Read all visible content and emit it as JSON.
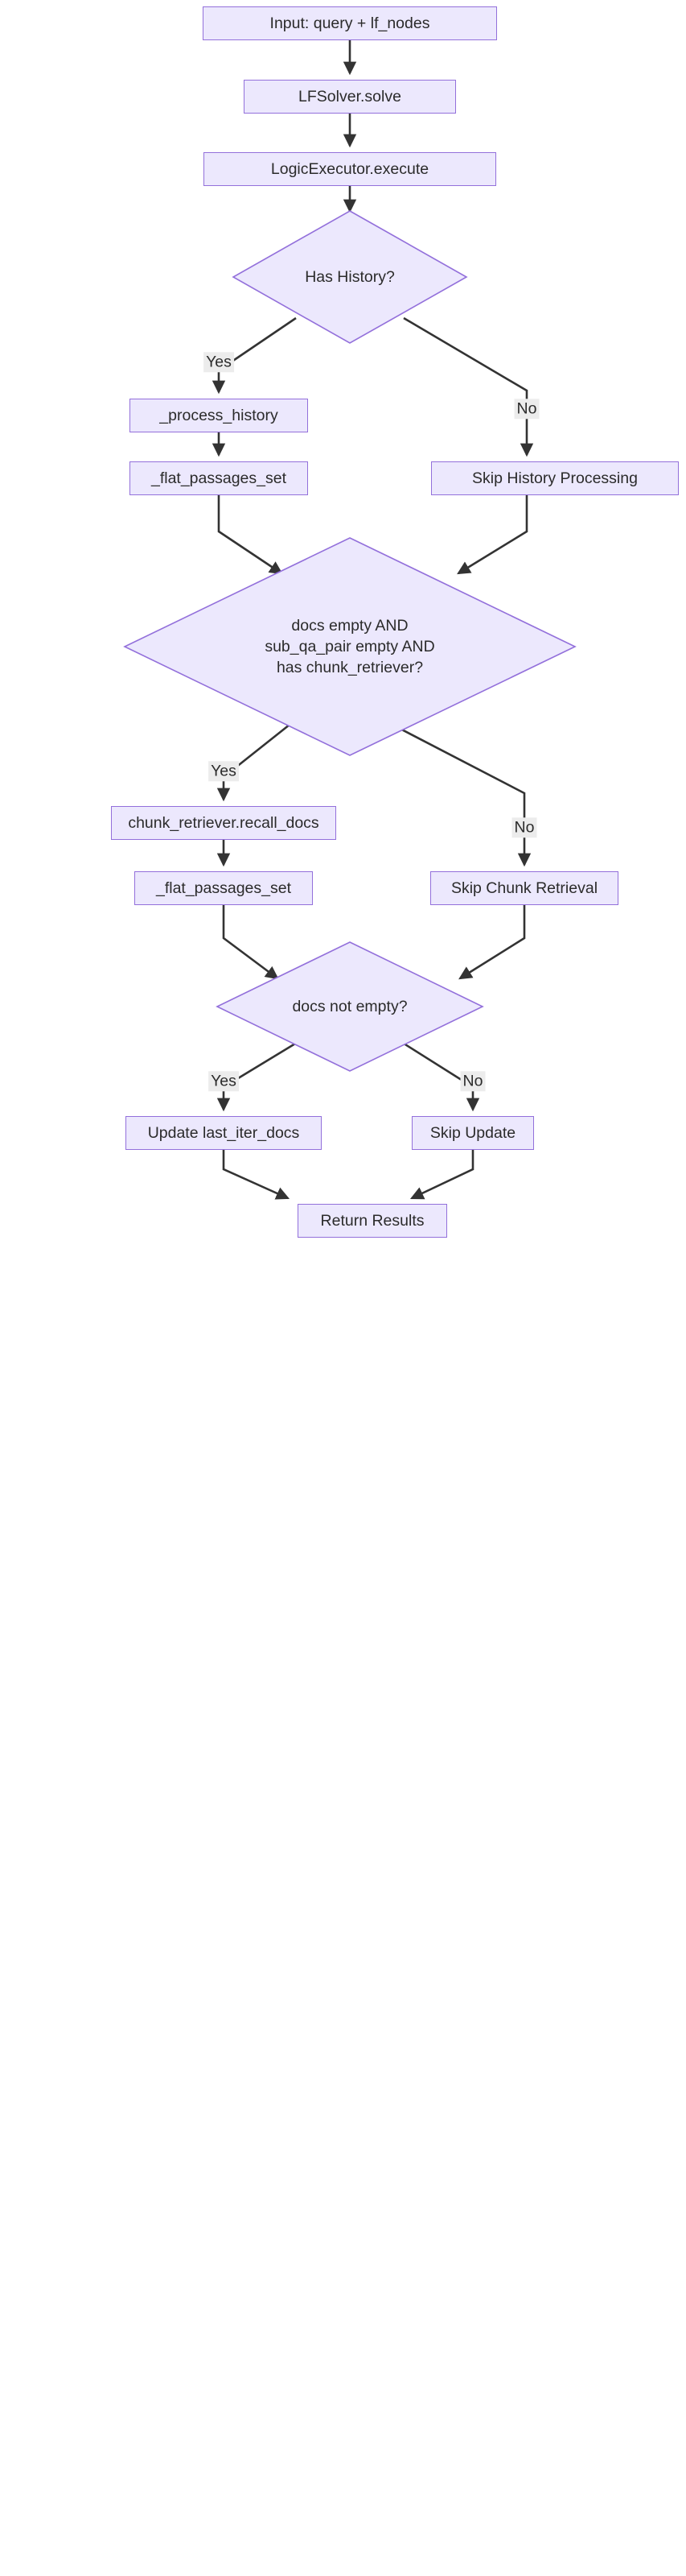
{
  "diagram": {
    "type": "flowchart",
    "direction": "top-down",
    "title": "LFSolver / LogicExecutor execution flow",
    "theme": {
      "node_fill": "#ece8fd",
      "node_border": "#9370db",
      "node_text": "#2b2b2b",
      "edge_stroke": "#333333",
      "edge_label_bg": "#ececec",
      "background": "#ffffff"
    },
    "nodes": [
      {
        "id": "input",
        "shape": "rect",
        "label": "Input: query + lf_nodes"
      },
      {
        "id": "solve",
        "shape": "rect",
        "label": "LFSolver.solve"
      },
      {
        "id": "execute",
        "shape": "rect",
        "label": "LogicExecutor.execute"
      },
      {
        "id": "has_history",
        "shape": "diamond",
        "label": "Has History?"
      },
      {
        "id": "process_history",
        "shape": "rect",
        "label": "_process_history"
      },
      {
        "id": "skip_history",
        "shape": "rect",
        "label": "Skip History Processing"
      },
      {
        "id": "flat_passages_1",
        "shape": "rect",
        "label": "_flat_passages_set"
      },
      {
        "id": "needs_chunk",
        "shape": "diamond",
        "label": "docs empty AND\nsub_qa_pair empty AND\nhas chunk_retriever?"
      },
      {
        "id": "recall_docs",
        "shape": "rect",
        "label": "chunk_retriever.recall_docs"
      },
      {
        "id": "skip_chunk",
        "shape": "rect",
        "label": "Skip Chunk Retrieval"
      },
      {
        "id": "flat_passages_2",
        "shape": "rect",
        "label": "_flat_passages_set"
      },
      {
        "id": "docs_not_empty",
        "shape": "diamond",
        "label": "docs not empty?"
      },
      {
        "id": "update_docs",
        "shape": "rect",
        "label": "Update last_iter_docs"
      },
      {
        "id": "skip_update",
        "shape": "rect",
        "label": "Skip Update"
      },
      {
        "id": "return_results",
        "shape": "rect",
        "label": "Return Results"
      }
    ],
    "edges": [
      {
        "from": "input",
        "to": "solve",
        "label": ""
      },
      {
        "from": "solve",
        "to": "execute",
        "label": ""
      },
      {
        "from": "execute",
        "to": "has_history",
        "label": ""
      },
      {
        "from": "has_history",
        "to": "process_history",
        "label": "Yes"
      },
      {
        "from": "has_history",
        "to": "skip_history",
        "label": "No"
      },
      {
        "from": "process_history",
        "to": "flat_passages_1",
        "label": ""
      },
      {
        "from": "flat_passages_1",
        "to": "needs_chunk",
        "label": ""
      },
      {
        "from": "skip_history",
        "to": "needs_chunk",
        "label": ""
      },
      {
        "from": "needs_chunk",
        "to": "recall_docs",
        "label": "Yes"
      },
      {
        "from": "needs_chunk",
        "to": "skip_chunk",
        "label": "No"
      },
      {
        "from": "recall_docs",
        "to": "flat_passages_2",
        "label": ""
      },
      {
        "from": "flat_passages_2",
        "to": "docs_not_empty",
        "label": ""
      },
      {
        "from": "skip_chunk",
        "to": "docs_not_empty",
        "label": ""
      },
      {
        "from": "docs_not_empty",
        "to": "update_docs",
        "label": "Yes"
      },
      {
        "from": "docs_not_empty",
        "to": "skip_update",
        "label": "No"
      },
      {
        "from": "update_docs",
        "to": "return_results",
        "label": ""
      },
      {
        "from": "skip_update",
        "to": "return_results",
        "label": ""
      }
    ],
    "edge_labels": [
      {
        "id": "yes1",
        "text": "Yes"
      },
      {
        "id": "no1",
        "text": "No"
      },
      {
        "id": "yes2",
        "text": "Yes"
      },
      {
        "id": "no2",
        "text": "No"
      },
      {
        "id": "yes3",
        "text": "Yes"
      },
      {
        "id": "no3",
        "text": "No"
      }
    ]
  }
}
